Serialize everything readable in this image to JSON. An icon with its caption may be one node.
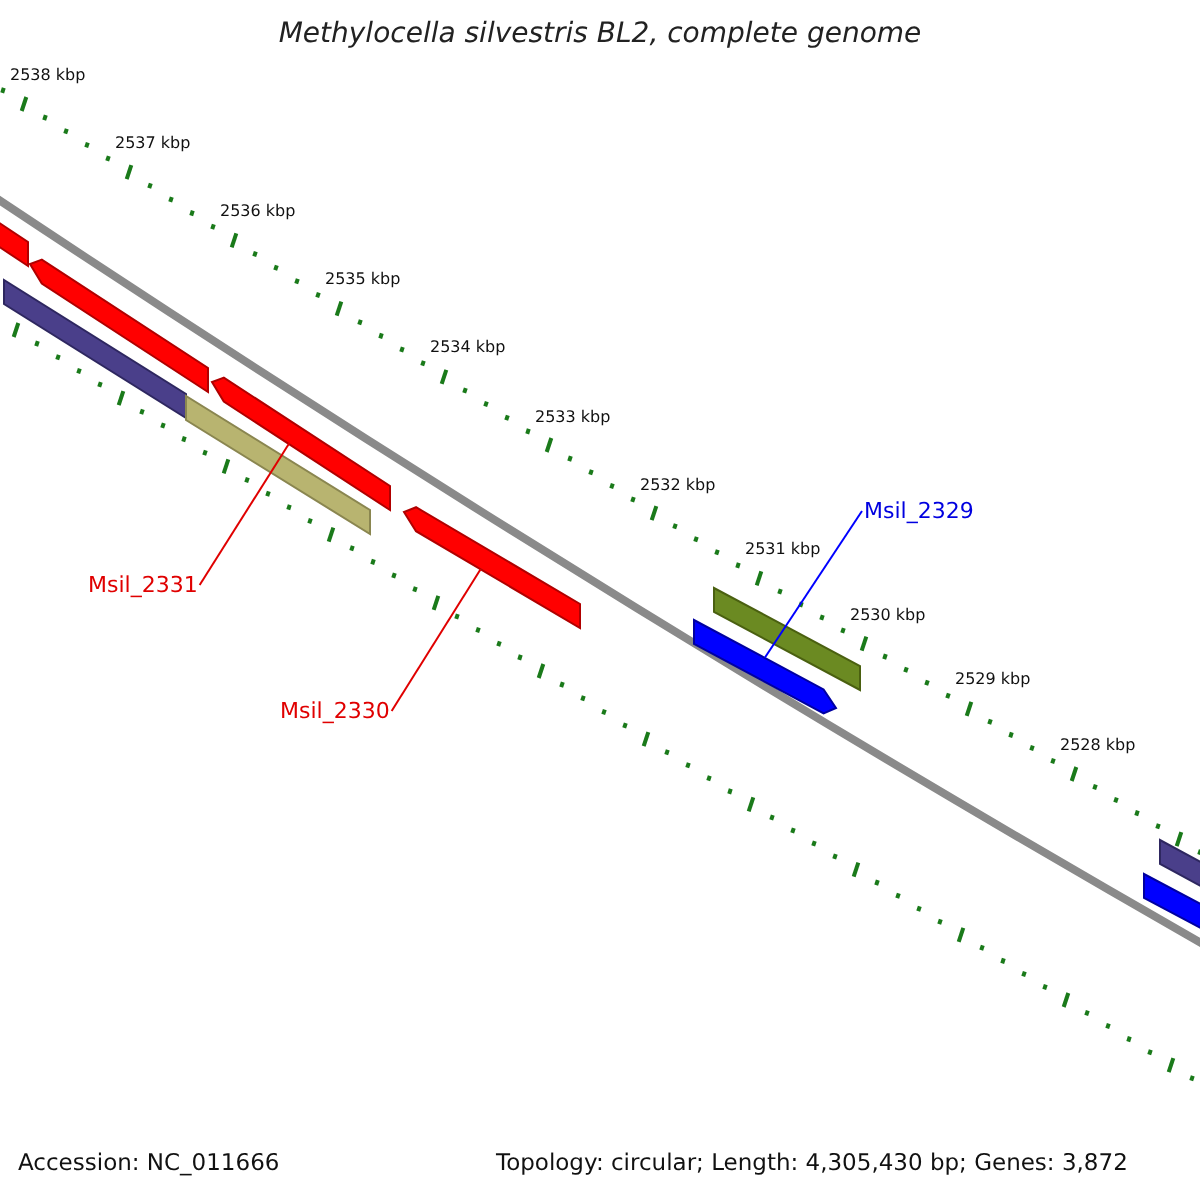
{
  "diagram": {
    "title": "Methylocella silvestris BL2, complete genome",
    "nodes": [
      {
        "text": [
          "Msil_2331"
        ]
      },
      {
        "text": [],
        "shape": "bar"
      },
      {
        "text": [
          "Msil_2330"
        ]
      },
      {
        "text": [],
        "shape": "bar"
      },
      {
        "text": [
          "Msil_2329"
        ]
      },
      {
        "text": [],
        "shape": "bar"
      },
      {
        "text": [],
        "shape": "bar"
      },
      {
        "text": [],
        "shape": "bar"
      },
      {
        "text": [],
        "shape": "bar"
      },
      {
        "text": [],
        "shape": "bar"
      },
      {
        "text": [],
        "shape": "bar"
      },
      {
        "text": [],
        "shape": "bar"
      },
      {
        "text": [],
        "shape": "bar"
      }
    ],
    "edges": [
      {
        "from": 0,
        "to": 1,
        "arrow": "none"
      },
      {
        "from": 2,
        "to": 3,
        "arrow": "none"
      },
      {
        "from": 4,
        "to": 5,
        "arrow": "none",
        "color": "#0000ff"
      }
    ],
    "labels": [
      "2538 kbp",
      "2537 kbp",
      "2536 kbp",
      "2535 kbp",
      "2534 kbp",
      "2533 kbp",
      "2532 kbp",
      "2531 kbp",
      "2530 kbp",
      "2529 kbp",
      "2528 kbp",
      "Accession: NC_011666",
      "Topology: circular; Length: 4,305,430 bp; Genes: 3,872"
    ]
  }
}
